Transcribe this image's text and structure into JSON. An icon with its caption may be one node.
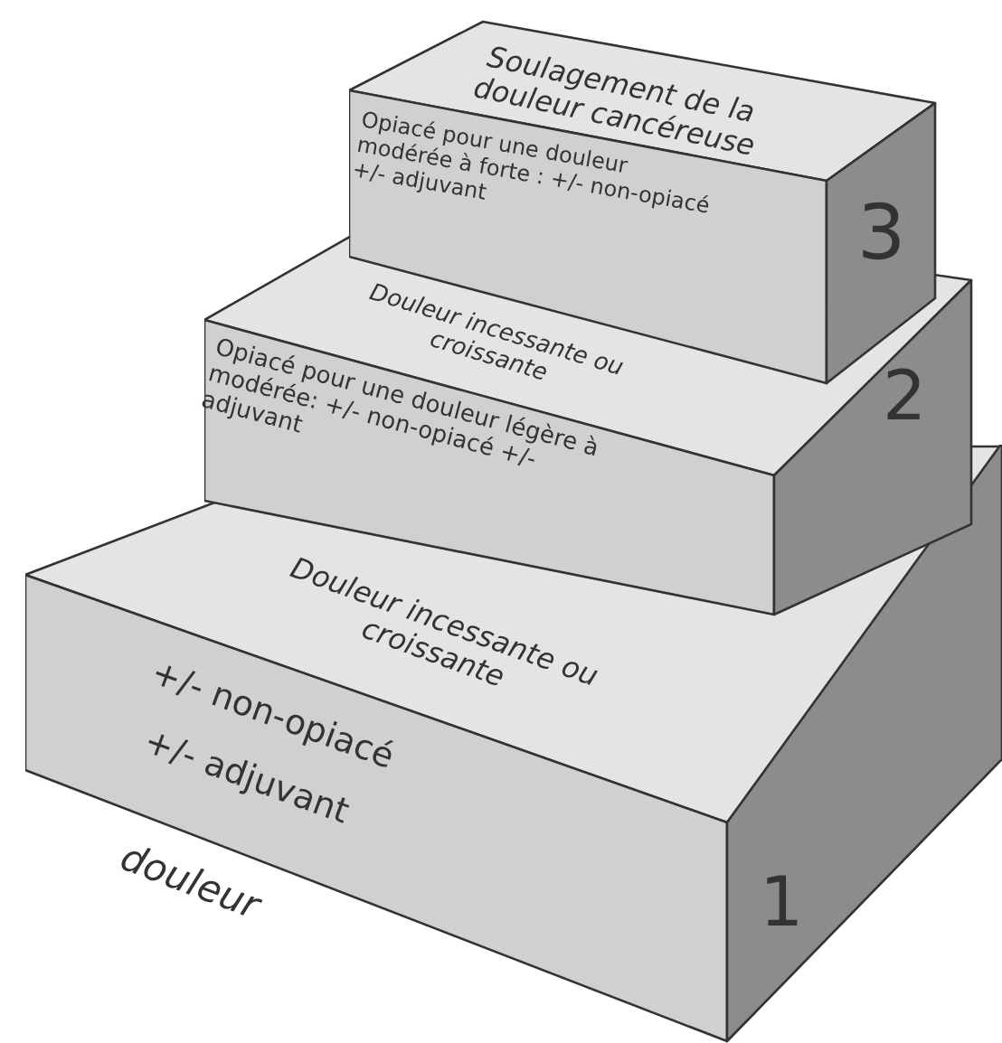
{
  "diagram": {
    "nodes": [
      {
        "text": [
          "Soulagement de la douleur cancéreuse",
          "Opiacé pour une douleur modérée à forte : +/- non-opiacé +/- adjuvant",
          "3"
        ]
      },
      {
        "text": [
          "Douleur incessante ou croissante",
          "Opiacé pour une douleur légère à modérée: +/- non-opiacé +/- adjuvant",
          "2"
        ]
      },
      {
        "text": [
          "Douleur incessante ou croissante",
          "+/- non-opiacé",
          "+/- adjuvant",
          "1"
        ],
        "beside": [
          "douleur"
        ]
      }
    ],
    "edges": []
  }
}
